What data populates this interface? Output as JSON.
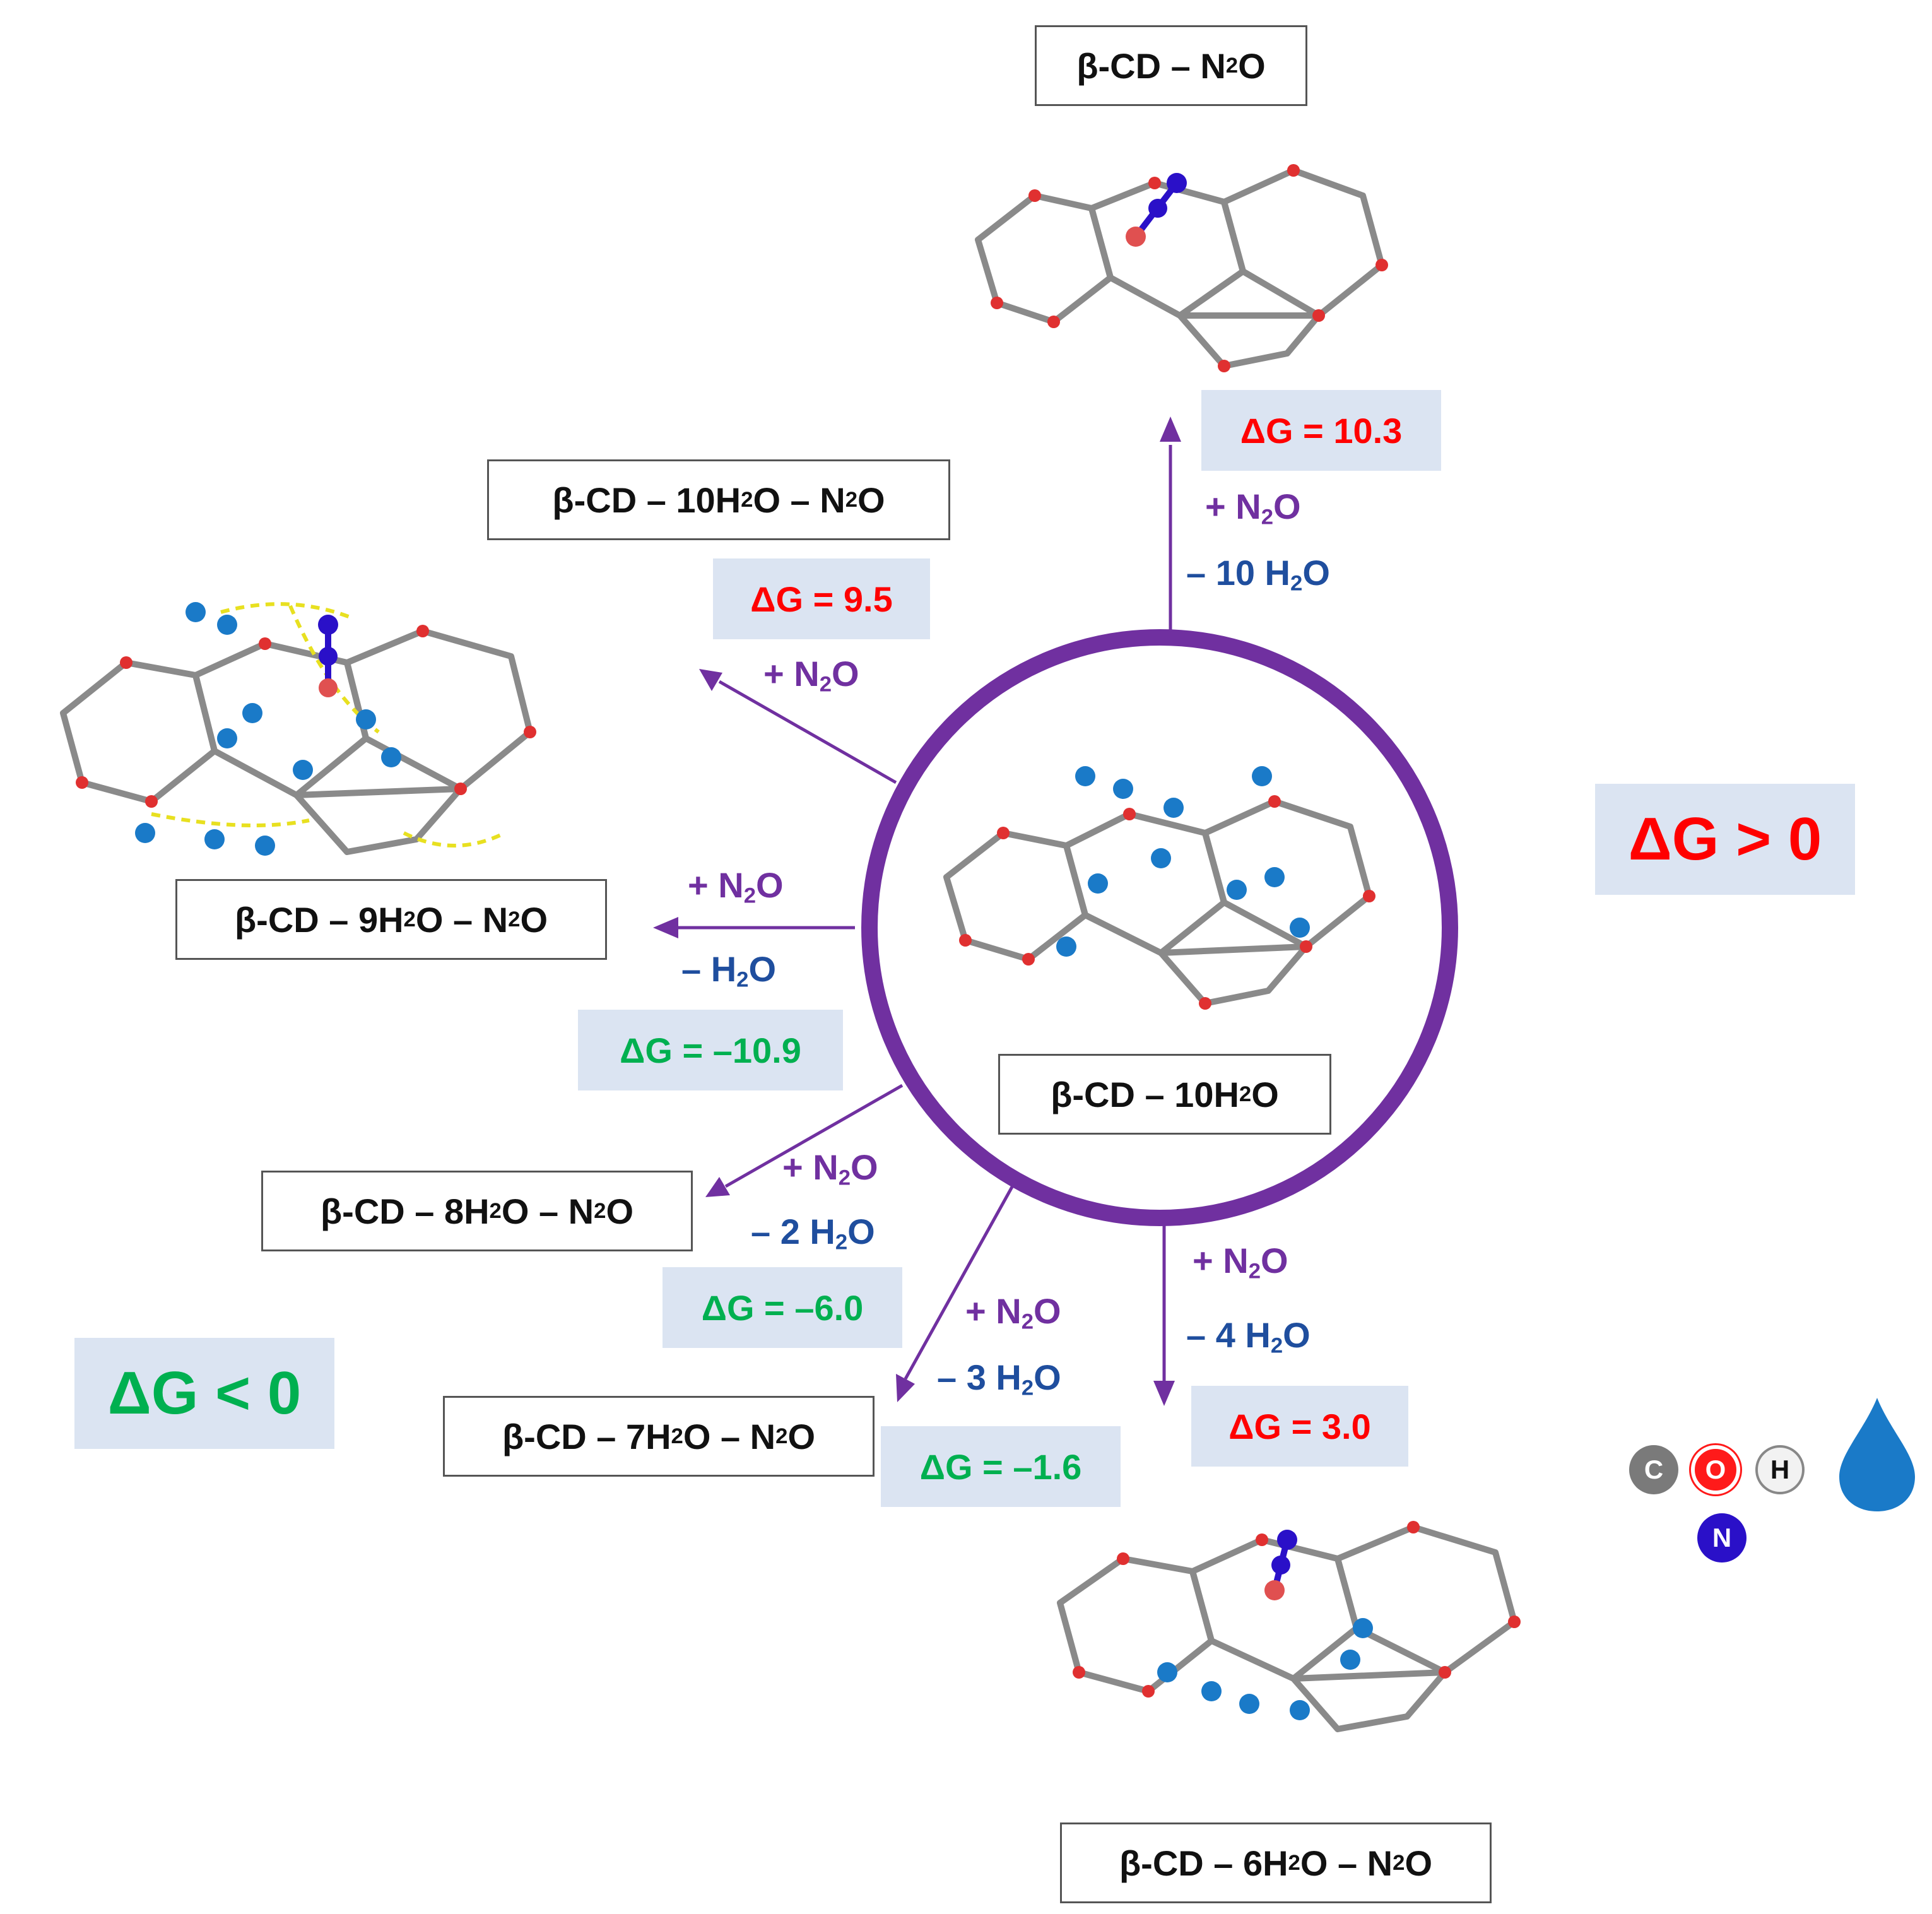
{
  "colors": {
    "purple": "#7030a0",
    "blue": "#1f4e9e",
    "red": "#ff0000",
    "green": "#00b050",
    "panel": "#dbe4f2",
    "water": "#1a7ac8",
    "nitrogen": "#2a10c8",
    "carbon": "#7a7a7a"
  },
  "center": {
    "parts": [
      "β-CD – 10H",
      "2",
      "O"
    ]
  },
  "complexes": {
    "n2o": {
      "parts": [
        "β-CD – N",
        "2",
        "O"
      ]
    },
    "w10": {
      "parts": [
        "β-CD – 10H",
        "2",
        "O – N",
        "2",
        "O"
      ]
    },
    "w9": {
      "parts": [
        "β-CD – 9H",
        "2",
        "O – N",
        "2",
        "O"
      ]
    },
    "w8": {
      "parts": [
        "β-CD – 8H",
        "2",
        "O – N",
        "2",
        "O"
      ]
    },
    "w7": {
      "parts": [
        "β-CD – 7H",
        "2",
        "O – N",
        "2",
        "O"
      ]
    },
    "w6": {
      "parts": [
        "β-CD – 6H",
        "2",
        "O – N",
        "2",
        "O"
      ]
    }
  },
  "reactions": {
    "n2o": {
      "add": [
        "+ N",
        "2",
        "O"
      ],
      "remove": [
        "– 10 H",
        "2",
        "O"
      ],
      "dg": "ΔG = 10.3"
    },
    "w10": {
      "add": [
        "+ N",
        "2",
        "O"
      ],
      "dg": "ΔG = 9.5"
    },
    "w9": {
      "add": [
        "+ N",
        "2",
        "O"
      ],
      "remove": [
        "– H",
        "2",
        "O"
      ],
      "dg": "ΔG = –10.9"
    },
    "w8": {
      "add": [
        "+ N",
        "2",
        "O"
      ],
      "remove": [
        "– 2 H",
        "2",
        "O"
      ],
      "dg": "ΔG = –6.0"
    },
    "w7": {
      "add": [
        "+ N",
        "2",
        "O"
      ],
      "remove": [
        "– 3 H",
        "2",
        "O"
      ],
      "dg": "ΔG = –1.6"
    },
    "w6": {
      "add": [
        "+ N",
        "2",
        "O"
      ],
      "remove": [
        "– 4 H",
        "2",
        "O"
      ],
      "dg": "ΔG = 3.0"
    }
  },
  "regions": {
    "positive": "ΔG > 0",
    "negative": "ΔG < 0"
  },
  "legend": {
    "carbon": "C",
    "oxygen": "O",
    "hydrogen": "H",
    "nitrogen": "N"
  }
}
